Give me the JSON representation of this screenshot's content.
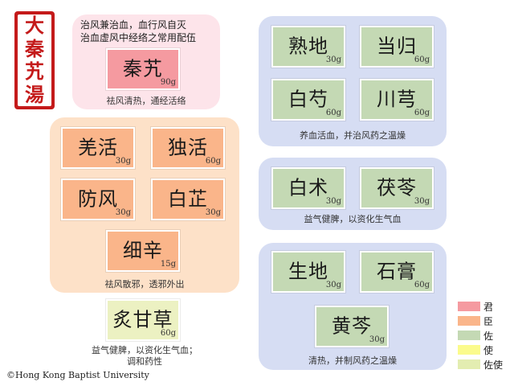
{
  "seal": {
    "chars": [
      "大",
      "秦",
      "艽",
      "湯"
    ]
  },
  "jun_group": {
    "description_line1": "治风兼治血，血行风自灭",
    "description_line2": "治血虚风中经络之常用配伍",
    "herb": {
      "name": "秦艽",
      "dose": "90g"
    },
    "caption": "祛风清热，通经活络"
  },
  "chen_group": {
    "herbs": [
      {
        "name": "羌活",
        "dose": "30g"
      },
      {
        "name": "独活",
        "dose": "60g"
      },
      {
        "name": "防风",
        "dose": "30g"
      },
      {
        "name": "白芷",
        "dose": "30g"
      },
      {
        "name": "细辛",
        "dose": "15g"
      }
    ],
    "caption": "祛风散邪，透邪外出"
  },
  "zuoshi_herb": {
    "name": "炙甘草",
    "dose": "60g",
    "caption_line1": "益气健脾，以资化生气血；",
    "caption_line2": "调和药性"
  },
  "blood_group": {
    "herbs": [
      {
        "name": "熟地",
        "dose": "30g"
      },
      {
        "name": "当归",
        "dose": "60g"
      },
      {
        "name": "白芍",
        "dose": "60g"
      },
      {
        "name": "川芎",
        "dose": "60g"
      }
    ],
    "caption": "养血活血，并治风药之温燥"
  },
  "qi_group": {
    "herbs": [
      {
        "name": "白术",
        "dose": "30g"
      },
      {
        "name": "茯苓",
        "dose": "30g"
      }
    ],
    "caption": "益气健脾，以资化生气血"
  },
  "heat_group": {
    "herbs": [
      {
        "name": "生地",
        "dose": "30g"
      },
      {
        "name": "石膏",
        "dose": "60g"
      },
      {
        "name": "黄芩",
        "dose": "30g"
      }
    ],
    "caption": "清热，并制风药之温燥"
  },
  "legend": [
    {
      "label": "君",
      "color": "#f59aa0"
    },
    {
      "label": "臣",
      "color": "#fab58a"
    },
    {
      "label": "佐",
      "color": "#c4d9b4"
    },
    {
      "label": "使",
      "color": "#fbfb8c"
    },
    {
      "label": "佐使",
      "color": "#e3edb1"
    }
  ],
  "copyright": "©Hong Kong Baptist University"
}
